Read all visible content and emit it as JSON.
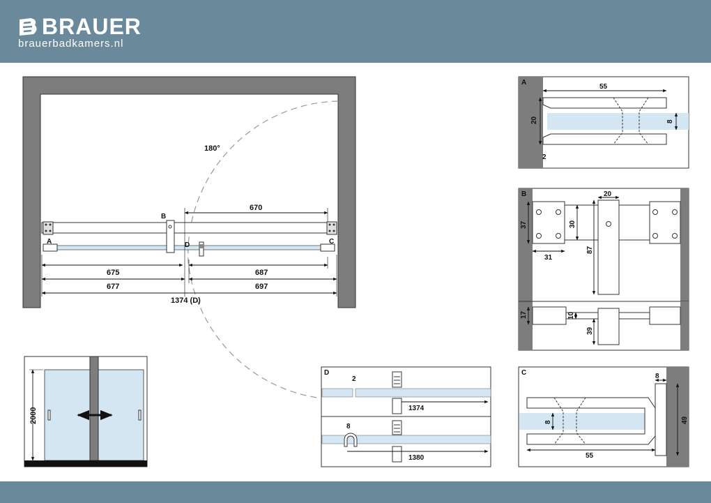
{
  "brand": {
    "name": "BRAUER",
    "url": "brauerbadkamers.nl"
  },
  "colors": {
    "header": "#6a8a9c",
    "wall": "#7d7d7d",
    "glass": "#d4e6f2",
    "line": "#111111"
  },
  "icons": {
    "logo": "brauer-b-icon",
    "arrow": "double-arrow-icon"
  },
  "plan": {
    "angle": "180°",
    "labels": {
      "a": "A",
      "b": "B",
      "c": "C",
      "d": "D"
    },
    "dims": {
      "top": "670",
      "left1": "675",
      "right1": "687",
      "left2": "677",
      "right2": "697",
      "total": "1374 (D)"
    }
  },
  "front": {
    "height": "2000"
  },
  "detail_a": {
    "label": "A",
    "width": "55",
    "height": "20",
    "glass": "8",
    "gap": "2"
  },
  "detail_b": {
    "label": "B",
    "d20": "20",
    "d37": "37",
    "d30": "30",
    "d31": "31",
    "d87": "87",
    "d17": "17",
    "d10": "10",
    "d39": "39"
  },
  "detail_c": {
    "label": "C",
    "d8top": "8",
    "d8": "8",
    "d55": "55",
    "d49": "49"
  },
  "detail_d": {
    "label": "D",
    "gap": "2",
    "length1": "1374",
    "seal": "8",
    "length2": "1380"
  }
}
